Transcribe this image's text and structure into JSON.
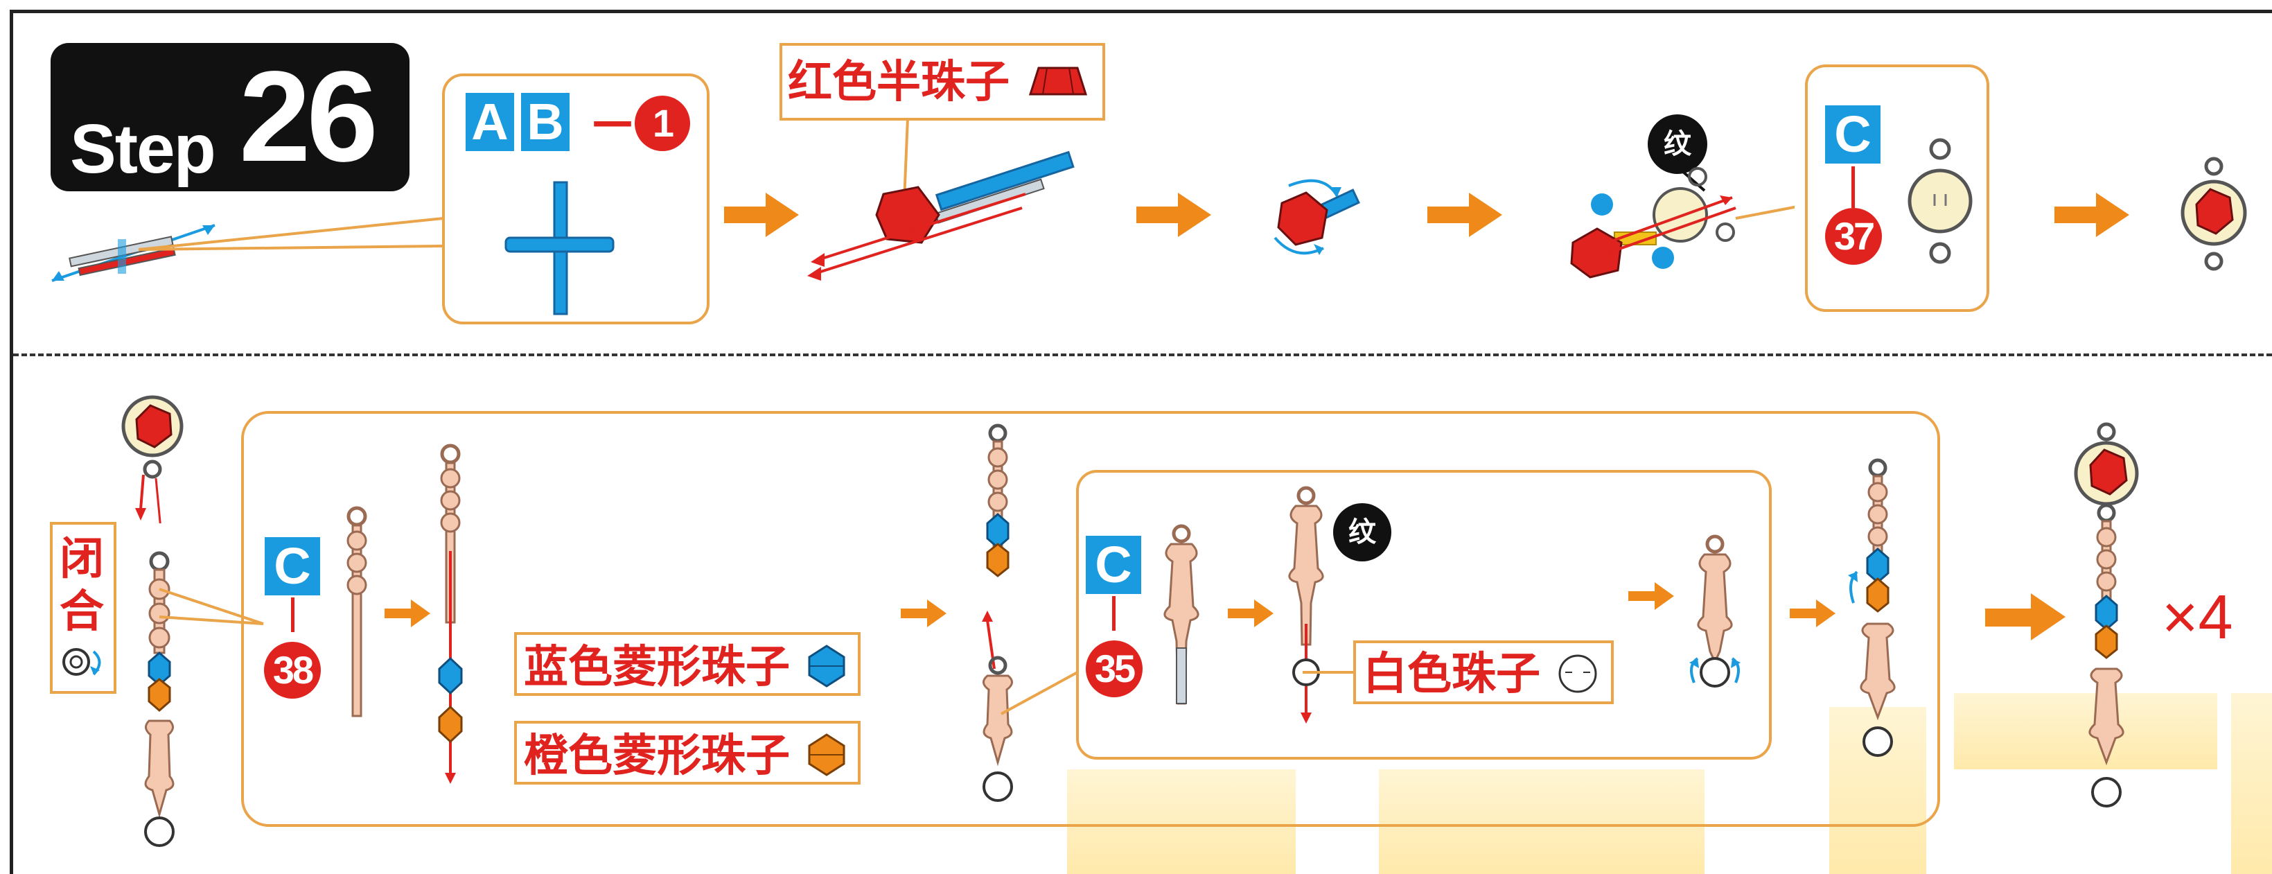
{
  "step": {
    "word": "Step",
    "number": "26"
  },
  "top_row": {
    "parts_box": {
      "badge_a": "A",
      "badge_b": "B",
      "dash": "—",
      "count": "1"
    },
    "red_half_bead_label": "红色半珠子",
    "pattern_badge": "纹",
    "c_box": {
      "badge": "C",
      "part_no": "37"
    }
  },
  "bottom_row": {
    "close_label": "闭合",
    "part_c38": {
      "badge": "C",
      "part_no": "38"
    },
    "blue_bead_label": "蓝色菱形珠子",
    "orange_bead_label": "橙色菱形珠子",
    "part_c35": {
      "badge": "C",
      "part_no": "35"
    },
    "pattern_badge": "纹",
    "white_bead_label": "白色珠子",
    "multiplier": "×4"
  },
  "colors": {
    "red": "#e0231f",
    "blue": "#1a9be0",
    "orange": "#ef8a1a",
    "box_outline": "#eaa44a",
    "cream": "#f7f0c8",
    "pink": "#f5c9b0"
  }
}
